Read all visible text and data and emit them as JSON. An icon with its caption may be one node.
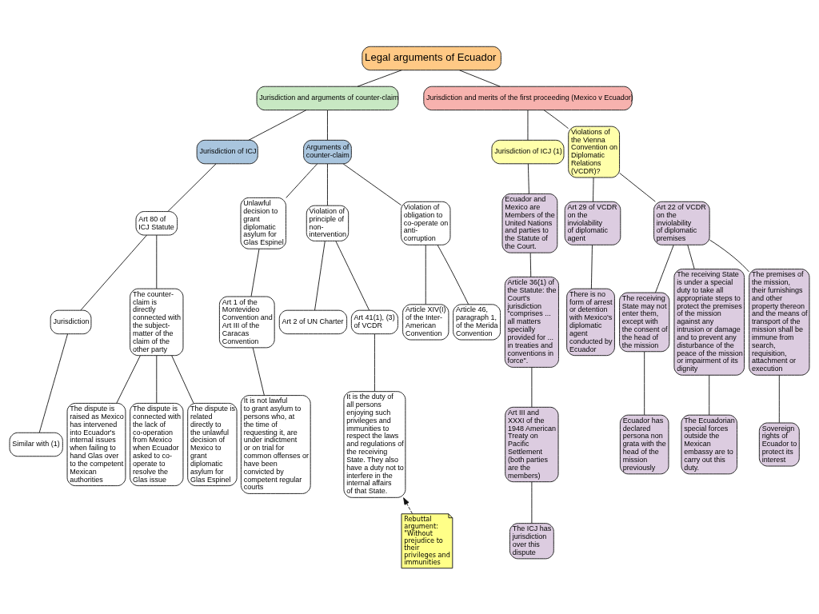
{
  "diagram": {
    "nodes": [
      {
        "text": [
          "Legal arguments of Ecuador"
        ]
      },
      {
        "text": [
          "Jurisdiction and arguments of counter-claim"
        ]
      },
      {
        "text": [
          "Jurisdiction and merits of the first proceeding (Mexico v Ecuador)"
        ]
      },
      {
        "text": [
          "Jurisdiction of ICJ"
        ]
      },
      {
        "text": [
          "Arguments of counter-claim"
        ]
      },
      {
        "text": [
          "Jurisdiction of ICJ (1)"
        ]
      },
      {
        "text": [
          "Violations of the Vienna Convention on Diplomatic Relations (VCDR)?"
        ]
      },
      {
        "text": [
          "Art 80 of ICJ Statute"
        ]
      },
      {
        "text": [
          "Unlawful decision to grant diplomatic asylum for Glas Espinel"
        ]
      },
      {
        "text": [
          "Violation of principle of non-intervention"
        ]
      },
      {
        "text": [
          "Violation of obligation to co-operate on anti-corruption"
        ]
      },
      {
        "text": [
          "Ecuador and Mexico are Members of the United Nations and parties to the Statute of the Court."
        ]
      },
      {
        "text": [
          "Art 29 of VCDR on the inviolability of diplomatic agent"
        ]
      },
      {
        "text": [
          "Art 22 of VCDR on the inviolability of diplomatic premises"
        ]
      },
      {
        "text": [
          "Jurisdiction"
        ]
      },
      {
        "text": [
          "The counter-claim is directly connected with the subject-matter of the claim of the other party"
        ]
      },
      {
        "text": [
          "Art 1 of the Montevideo Convention and Art III of the Caracas Convention"
        ]
      },
      {
        "text": [
          "Art 2 of UN Charter"
        ]
      },
      {
        "text": [
          "Art 41(1), (3) of VCDR"
        ]
      },
      {
        "text": [
          "Article XIV(I) of the Inter-American Convention"
        ]
      },
      {
        "text": [
          "Article 46, paragraph 1, of the Merida Convention"
        ]
      },
      {
        "text": [
          "Article 36(1) of the Statute: the Court's jurisdiction \"comprises ... all matters specially provided for ... in treaties and conventions in force\"."
        ]
      },
      {
        "text": [
          "There is no form of arrest or detention with Mexico's diplomatic agent conducted by Ecuador"
        ]
      },
      {
        "text": [
          "The receiving State may not enter them, except with the consent of the head of the mission"
        ]
      },
      {
        "text": [
          "The receiving State is under a special duty to take all appropriate steps to protect the premises of the mission against any intrusion or damage and to prevent any disturbance of the peace of the mission or impairment of its dignity"
        ]
      },
      {
        "text": [
          "The premises of the mission, their furnishings and other property thereon and the means of transport of the mission shall be immune from search, requisition, attachment or execution"
        ]
      },
      {
        "text": [
          "Similar with (1)"
        ]
      },
      {
        "text": [
          "The dispute is raised as Mexico has intervened into Ecuador's internal issues when failing to hand Glas over to the competent Mexican authorities"
        ]
      },
      {
        "text": [
          "The dispute is connected with the lack of co-operation from Mexico when Ecuador asked to co-operate to resolve the Glas issue"
        ]
      },
      {
        "text": [
          "The dispute is related directly to the unlawful decision of Mexico to grant diplomatic asylum for Glas Espinel"
        ]
      },
      {
        "text": [
          "It is not lawful to grant asylum to persons who, at the time of requesting it, are under indictment or on trial for common offenses or have been convicted by competent regular courts"
        ]
      },
      {
        "text": [
          "It is the duty of all persons enjoying such privileges and immunities to respect the laws and regulations of the receiving State. They also have a duty not to interfere in the internal affairs of that State."
        ]
      },
      {
        "text": [
          "Rebuttal argument: \"Without prejudice to their privileges and immunities"
        ]
      },
      {
        "text": [
          "Art III and XXXI of the 1948 American Treaty on Pacific Settlement (both parties are the members)"
        ]
      },
      {
        "text": [
          "Ecuador has declared persona non grata with the head of the mission previously"
        ]
      },
      {
        "text": [
          "Sovereign rights of Ecuador to protect its interest"
        ]
      },
      {
        "text": [
          "The ICJ has jurisdiction over this dispute"
        ]
      },
      {
        "text": [
          "The Ecuadorian special forces outside the Mexican embassy are to carry out this duty."
        ]
      }
    ],
    "edges": [
      {
        "from": 0,
        "to": 1,
        "arrow": "none"
      },
      {
        "from": 0,
        "to": 2,
        "arrow": "none"
      },
      {
        "from": 1,
        "to": 3,
        "arrow": "none"
      },
      {
        "from": 1,
        "to": 4,
        "arrow": "none"
      },
      {
        "from": 2,
        "to": 5,
        "arrow": "none"
      },
      {
        "from": 2,
        "to": 6,
        "arrow": "none"
      },
      {
        "from": 3,
        "to": 7,
        "arrow": "none"
      },
      {
        "from": 4,
        "to": 8,
        "arrow": "none"
      },
      {
        "from": 4,
        "to": 9,
        "arrow": "none"
      },
      {
        "from": 4,
        "to": 10,
        "arrow": "none"
      },
      {
        "from": 5,
        "to": 11,
        "arrow": "none"
      },
      {
        "from": 6,
        "to": 12,
        "arrow": "none"
      },
      {
        "from": 6,
        "to": 13,
        "arrow": "none"
      },
      {
        "from": 7,
        "to": 14,
        "arrow": "none"
      },
      {
        "from": 7,
        "to": 15,
        "arrow": "none"
      },
      {
        "from": 8,
        "to": 16,
        "arrow": "none"
      },
      {
        "from": 9,
        "to": 17,
        "arrow": "none"
      },
      {
        "from": 9,
        "to": 18,
        "arrow": "none"
      },
      {
        "from": 10,
        "to": 19,
        "arrow": "none"
      },
      {
        "from": 10,
        "to": 20,
        "arrow": "none"
      },
      {
        "from": 11,
        "to": 21,
        "arrow": "none"
      },
      {
        "from": 12,
        "to": 22,
        "arrow": "none"
      },
      {
        "from": 13,
        "to": 23,
        "arrow": "none"
      },
      {
        "from": 13,
        "to": 24,
        "arrow": "none"
      },
      {
        "from": 13,
        "to": 25,
        "arrow": "none"
      },
      {
        "from": 14,
        "to": 26,
        "arrow": "none"
      },
      {
        "from": 15,
        "to": 27,
        "arrow": "none"
      },
      {
        "from": 15,
        "to": 28,
        "arrow": "none"
      },
      {
        "from": 15,
        "to": 29,
        "arrow": "none"
      },
      {
        "from": 16,
        "to": 30,
        "arrow": "none"
      },
      {
        "from": 18,
        "to": 31,
        "arrow": "none"
      },
      {
        "from": 32,
        "to": 31,
        "arrow": "to",
        "style": "dashed"
      },
      {
        "from": 21,
        "to": 33,
        "arrow": "none"
      },
      {
        "from": 23,
        "to": 34,
        "arrow": "none"
      },
      {
        "from": 25,
        "to": 35,
        "arrow": "none"
      },
      {
        "from": 33,
        "to": 36,
        "arrow": "none"
      },
      {
        "from": 24,
        "to": 37,
        "arrow": "none"
      }
    ]
  }
}
